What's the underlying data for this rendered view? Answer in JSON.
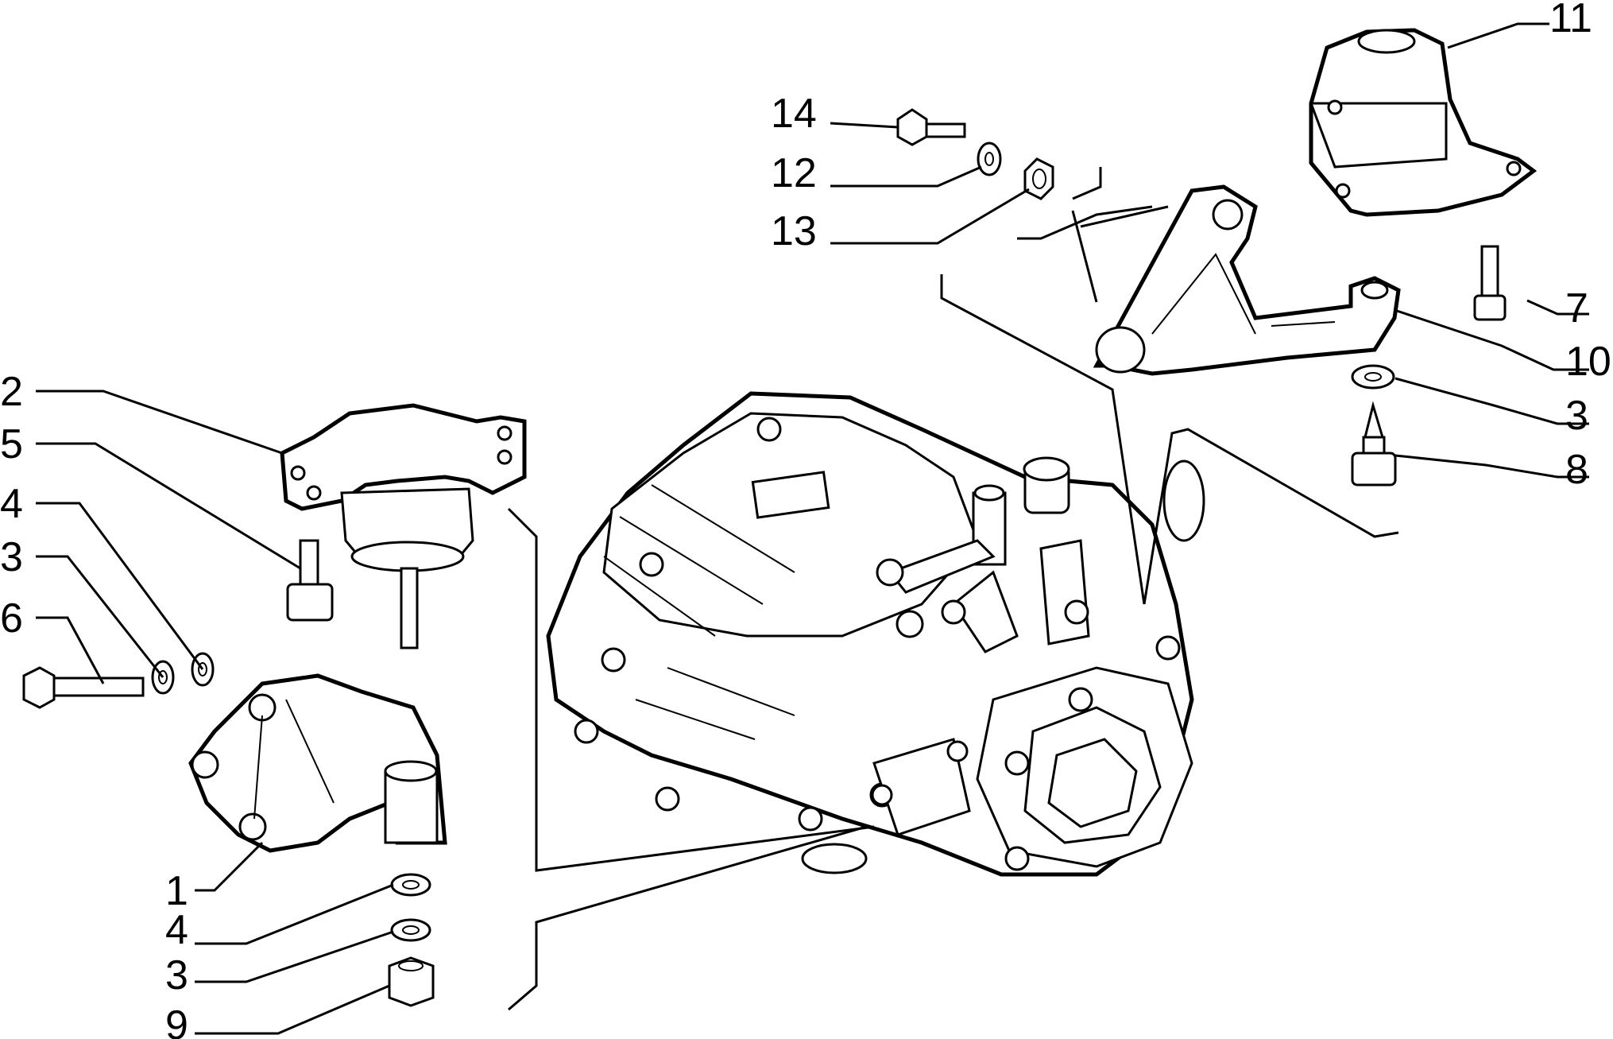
{
  "callouts": {
    "c1": "1",
    "c2": "2",
    "c3a": "3",
    "c3b": "3",
    "c3c": "3",
    "c4a": "4",
    "c4b": "4",
    "c5": "5",
    "c6": "6",
    "c7": "7",
    "c8": "8",
    "c9": "9",
    "c10": "10",
    "c11": "11",
    "c12": "12",
    "c13": "13",
    "c14": "14"
  },
  "colors": {
    "ink": "#000000",
    "paper": "#ffffff"
  }
}
